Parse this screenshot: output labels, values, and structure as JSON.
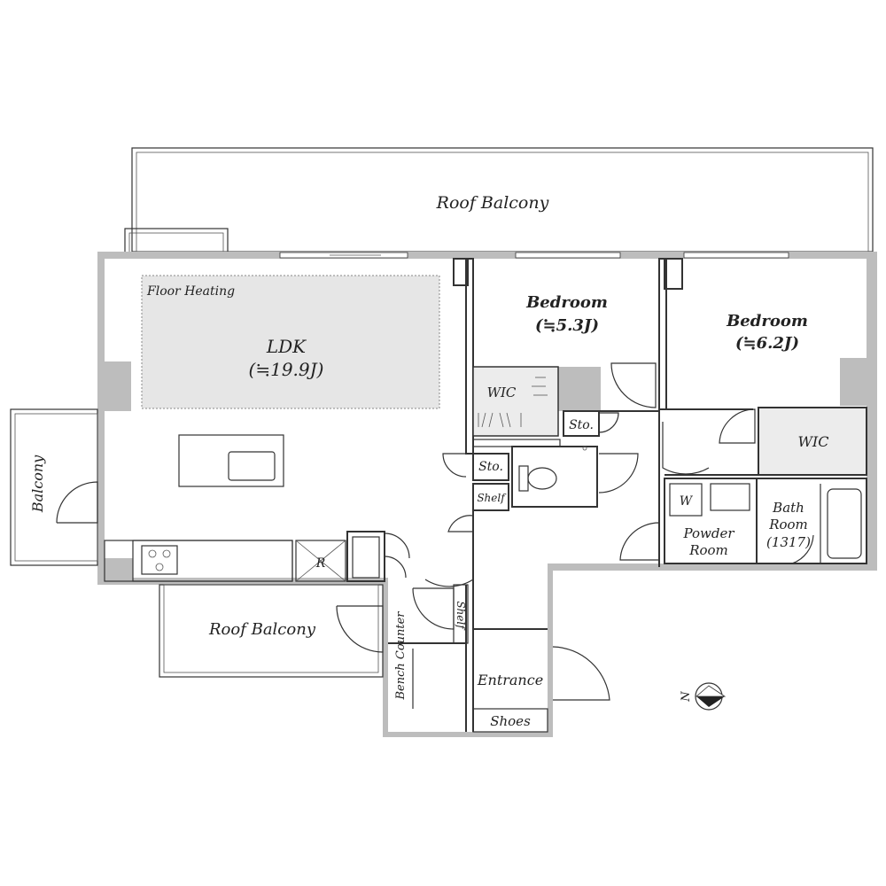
{
  "rooms": {
    "roof_balcony_top": "Roof Balcony",
    "floor_heating": "Floor Heating",
    "ldk": "LDK",
    "ldk_area": "(≒19.9J)",
    "bedroom1": "Bedroom",
    "bedroom1_area": "(≒5.3J)",
    "bedroom2": "Bedroom",
    "bedroom2_area": "(≒6.2J)",
    "wic1": "WIC",
    "wic2": "WIC",
    "sto1": "Sto.",
    "sto2": "Sto.",
    "shelf1": "Shelf",
    "shelf2": "Shelf",
    "balcony_left": "Balcony",
    "roof_balcony_bottom": "Roof Balcony",
    "bench_counter": "Bench Counter",
    "entrance": "Entrance",
    "shoes": "Shoes",
    "powder_room_1": "Powder",
    "powder_room_2": "Room",
    "washer": "W",
    "bath_1": "Bath",
    "bath_2": "Room",
    "bath_3": "(1317)",
    "fridge": "R",
    "north": "N"
  },
  "colors": {
    "wall": "#bdbdbd",
    "line": "#333333",
    "heating": "#e6e6e6",
    "wic": "#ececec"
  }
}
